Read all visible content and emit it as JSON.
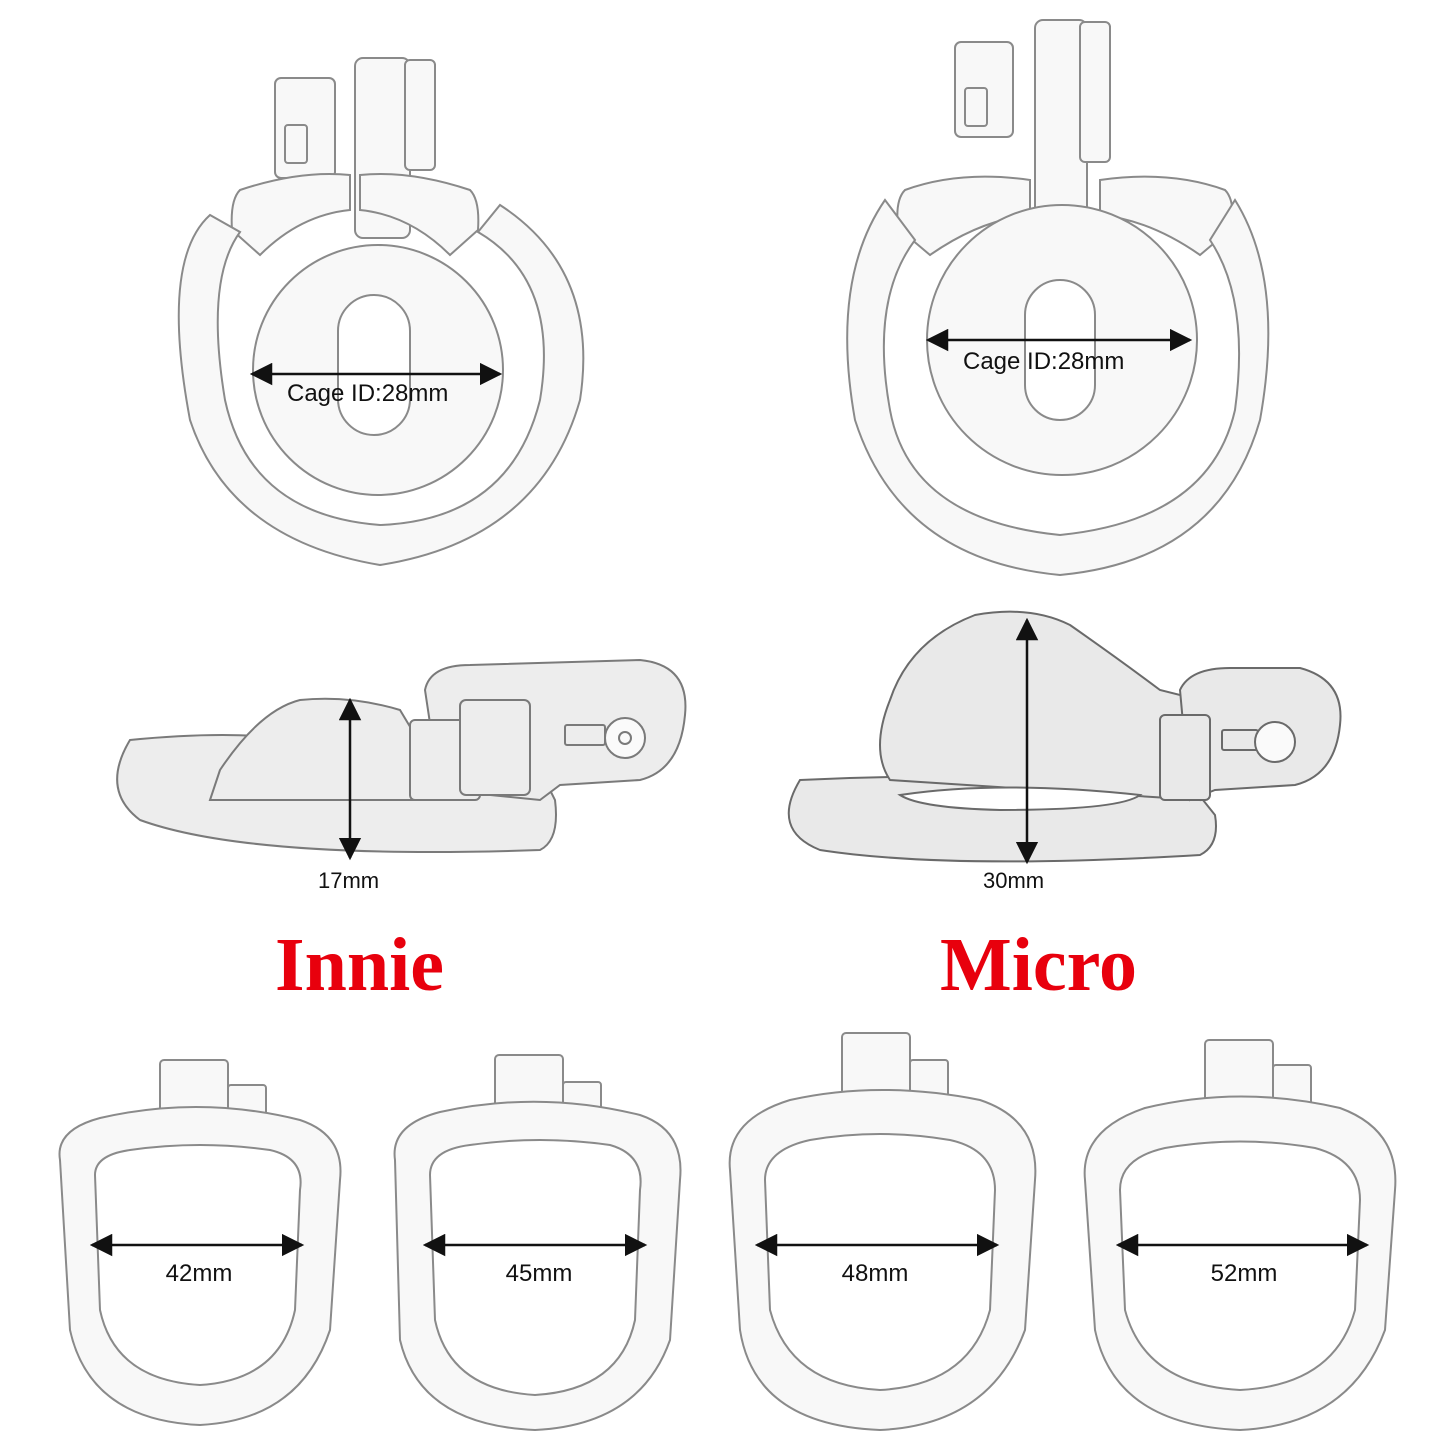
{
  "colors": {
    "title": "#e8000d",
    "outline": "#8a8a8a",
    "fill": "#f7f7f7",
    "side_fill": "#ececec",
    "dimension_line": "#111111"
  },
  "front_views": [
    {
      "variant": "Innie",
      "cage_label": "Cage ID:28mm"
    },
    {
      "variant": "Micro",
      "cage_label": "Cage ID:28mm"
    }
  ],
  "side_views": [
    {
      "variant": "Innie",
      "height_label": "17mm"
    },
    {
      "variant": "Micro",
      "height_label": "30mm"
    }
  ],
  "titles": {
    "innie": "Innie",
    "micro": "Micro"
  },
  "rings": [
    {
      "label": "42mm"
    },
    {
      "label": "45mm"
    },
    {
      "label": "48mm"
    },
    {
      "label": "52mm"
    }
  ]
}
